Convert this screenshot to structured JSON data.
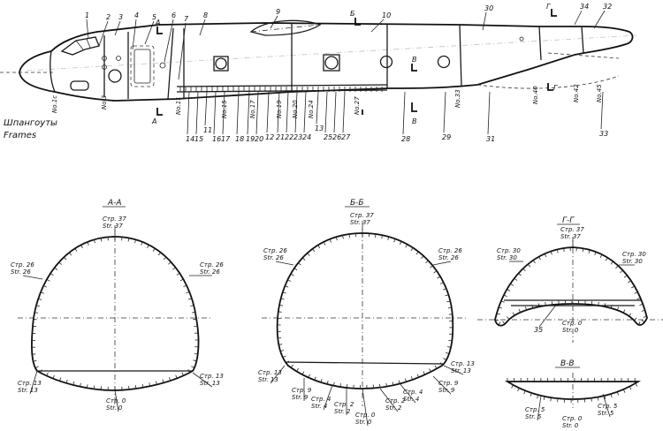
{
  "numbers_top": [
    "1",
    "2",
    "3",
    "4",
    "5",
    "6",
    "7",
    "8",
    "9",
    "10",
    "30",
    "34",
    "32"
  ],
  "numbers_bottom": [
    "14",
    "15",
    "11",
    "16",
    "17",
    "18",
    "19",
    "20",
    "12",
    "21",
    "22",
    "23",
    "24",
    "13",
    "25",
    "26",
    "27",
    "28",
    "29",
    "31",
    "33"
  ],
  "frame_labels": [
    "No.1c",
    "No.3",
    "No.11",
    "No.15",
    "No.17",
    "No.19",
    "No.20",
    "No.24",
    "No.27",
    "No.33",
    "No.40",
    "No.42",
    "No.45"
  ],
  "legend": {
    "line1": "Шпангоуты",
    "line2": "Frames"
  },
  "section_marks": {
    "a": "А",
    "b": "Б",
    "v": "В",
    "g": "Г"
  },
  "sections": {
    "aa": {
      "title": "А-А",
      "labels": [
        {
          "ru": "Стр. 37",
          "en": "Str. 37"
        },
        {
          "ru": "Стр. 26",
          "en": "Str. 26"
        },
        {
          "ru": "Стр. 26",
          "en": "Str. 26"
        },
        {
          "ru": "Стр. 13",
          "en": "Str. 13"
        },
        {
          "ru": "Стр. 13",
          "en": "Str. 13"
        },
        {
          "ru": "Стр. 0",
          "en": "Str. 0"
        }
      ]
    },
    "bb": {
      "title": "Б-Б",
      "labels": [
        {
          "ru": "Стр. 37",
          "en": "Str. 37"
        },
        {
          "ru": "Стр. 26",
          "en": "Str. 26"
        },
        {
          "ru": "Стр. 26",
          "en": "Str. 26"
        },
        {
          "ru": "Стр. 13",
          "en": "Str. 13"
        },
        {
          "ru": "Стр. 13",
          "en": "Str. 13"
        },
        {
          "ru": "Стр. 9",
          "en": "Str. 9"
        },
        {
          "ru": "Стр. 9",
          "en": "Str. 9"
        },
        {
          "ru": "Стр. 4",
          "en": "Str. 4"
        },
        {
          "ru": "Стр. 4",
          "en": "Str. 4"
        },
        {
          "ru": "Стр. 2",
          "en": "Str. 2"
        },
        {
          "ru": "Стр. 2",
          "en": "Str. 2"
        },
        {
          "ru": "Стр. 0",
          "en": "Str. 0"
        }
      ]
    },
    "gg": {
      "title": "Г-Г",
      "part": "35",
      "labels": [
        {
          "ru": "Стр. 37",
          "en": "Str. 37"
        },
        {
          "ru": "Стр. 30",
          "en": "Str. 30"
        },
        {
          "ru": "Стр. 30",
          "en": "Str. 30"
        },
        {
          "ru": "Стр. 0",
          "en": "Str. 0"
        }
      ]
    },
    "vv": {
      "title": "В-В",
      "labels": [
        {
          "ru": "Стр. 5",
          "en": "Str. 5"
        },
        {
          "ru": "Стр. 5",
          "en": "Str. 5"
        },
        {
          "ru": "Стр. 0",
          "en": "Str. 0"
        }
      ]
    }
  }
}
